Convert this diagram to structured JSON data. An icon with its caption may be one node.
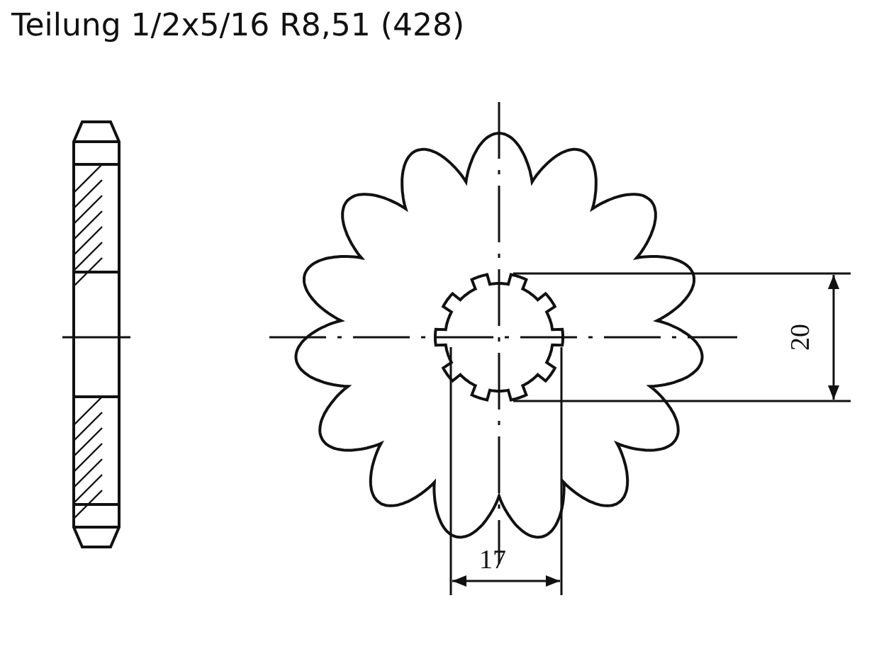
{
  "diagram": {
    "title": "Teilung 1/2x5/16 R8,51 (428)",
    "labels": [
      "20",
      "17"
    ]
  }
}
